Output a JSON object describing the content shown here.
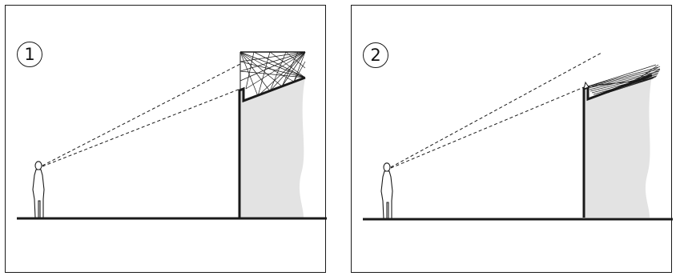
{
  "panels": [
    {
      "id": "panel-1",
      "label": "1"
    },
    {
      "id": "panel-2",
      "label": "2"
    }
  ],
  "colors": {
    "line": "#1a1a1a",
    "building_fill": "#e3e3e3",
    "frame": "#1a1a1a"
  }
}
